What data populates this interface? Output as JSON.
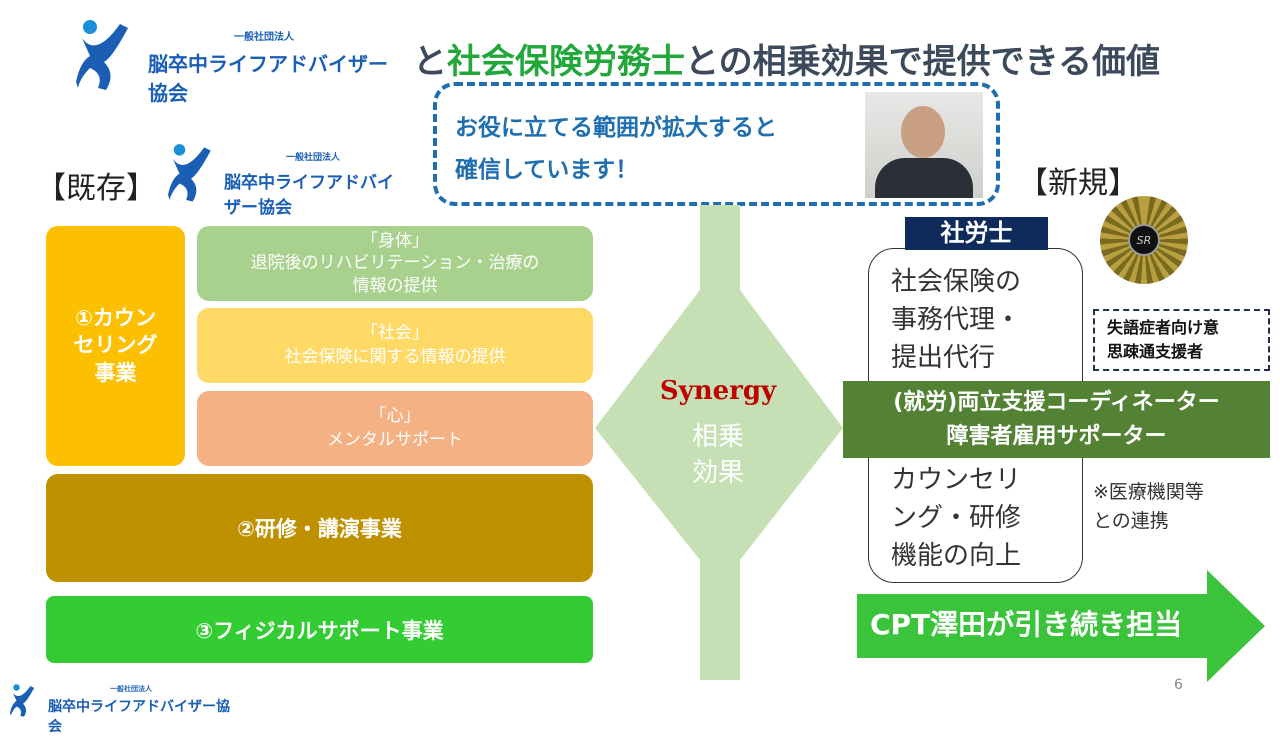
{
  "logo": {
    "org_type": "一般社団法人",
    "org_name": "脳卒中ライフアドバイザー協会"
  },
  "title": {
    "part1": "と",
    "part2": "社会保険労務士",
    "part3": "との相乗効果で提供できる価値"
  },
  "callout": {
    "line1": "お役に立てる範囲が拡大すると",
    "line2": "確信しています！"
  },
  "existing": {
    "label": "【既存】",
    "counseling": [
      "①カウン",
      "セリング",
      "事業"
    ],
    "body": {
      "l1": "「身体」",
      "l2": "退院後のリハビリテーション・治療の",
      "l3": "情報の提供"
    },
    "social": {
      "l1": "「社会」",
      "l2": "社会保険に関する情報の提供"
    },
    "mind": {
      "l1": "「心」",
      "l2": "メンタルサポート"
    },
    "training": "②研修・講演事業",
    "physical": "③フィジカルサポート事業"
  },
  "synergy": {
    "en": "Synergy",
    "l1": "相乗",
    "l2": "効果"
  },
  "new": {
    "label": "【新規】",
    "sr_label": "社労士",
    "box_top": [
      "社会保険の",
      "事務代理・",
      "提出代行"
    ],
    "box_bottom": [
      "カウンセリ",
      "ング・研修",
      "機能の向上"
    ],
    "aphasia": [
      "失語症者向け意",
      "思疎通支援者"
    ],
    "green_bar": [
      "(就労)両立支援コーディネーター",
      "障害者雇用サポーター"
    ],
    "note": [
      "※医療機関等",
      "との連携"
    ],
    "arrow": "CPT澤田が引き続き担当"
  },
  "page_number": "6",
  "colors": {
    "orange": "#fcc000",
    "green_light": "#a9d18e",
    "yellow": "#ffd966",
    "salmon": "#f4b183",
    "brown": "#bf9000",
    "green": "#33cc33",
    "dark_green": "#548235",
    "navy": "#0f2b5b",
    "blue": "#1f6fb0"
  }
}
